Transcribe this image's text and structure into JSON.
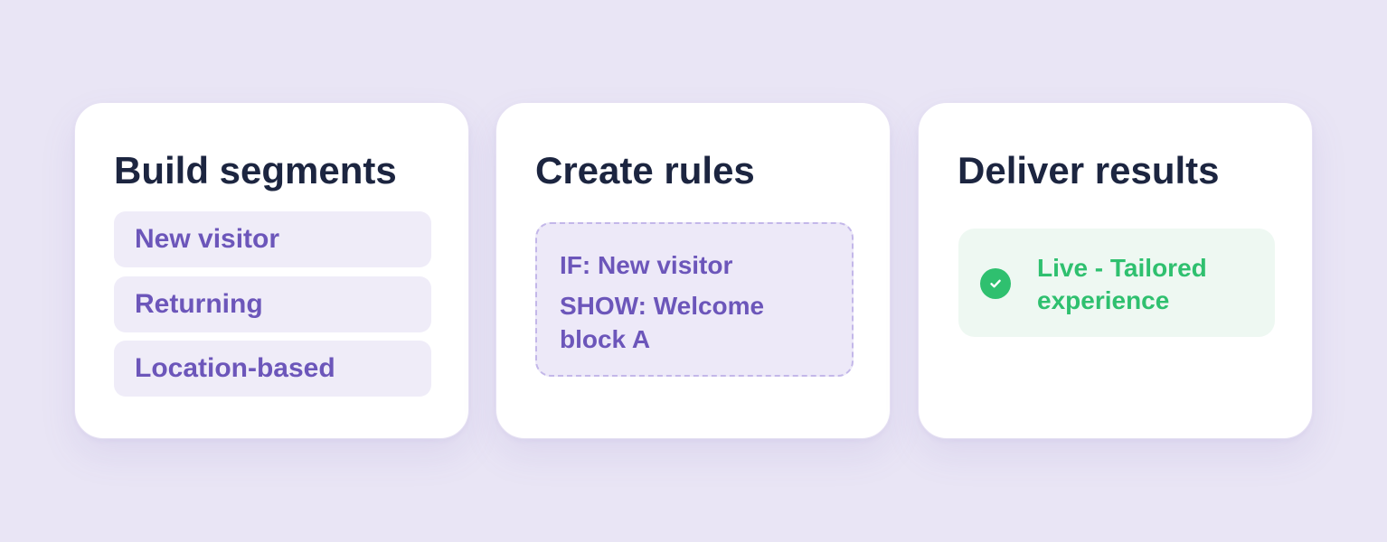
{
  "colors": {
    "background": "#e9e5f5",
    "card": "#ffffff",
    "title": "#1c2540",
    "purple_text": "#6c56ba",
    "purple_fill": "#efecf8",
    "dashed_border": "#c3b7e9",
    "green_text": "#2fc06f",
    "green_fill": "#eef8f2"
  },
  "cards": [
    {
      "title": "Build segments",
      "segments": [
        "New visitor",
        "Returning",
        "Location-based"
      ]
    },
    {
      "title": "Create rules",
      "rule": {
        "condition": "IF: New visitor",
        "action": "SHOW: Welcome block A"
      }
    },
    {
      "title": "Deliver results",
      "result": {
        "icon": "check-circle-icon",
        "text": "Live - Tailored experience"
      }
    }
  ]
}
